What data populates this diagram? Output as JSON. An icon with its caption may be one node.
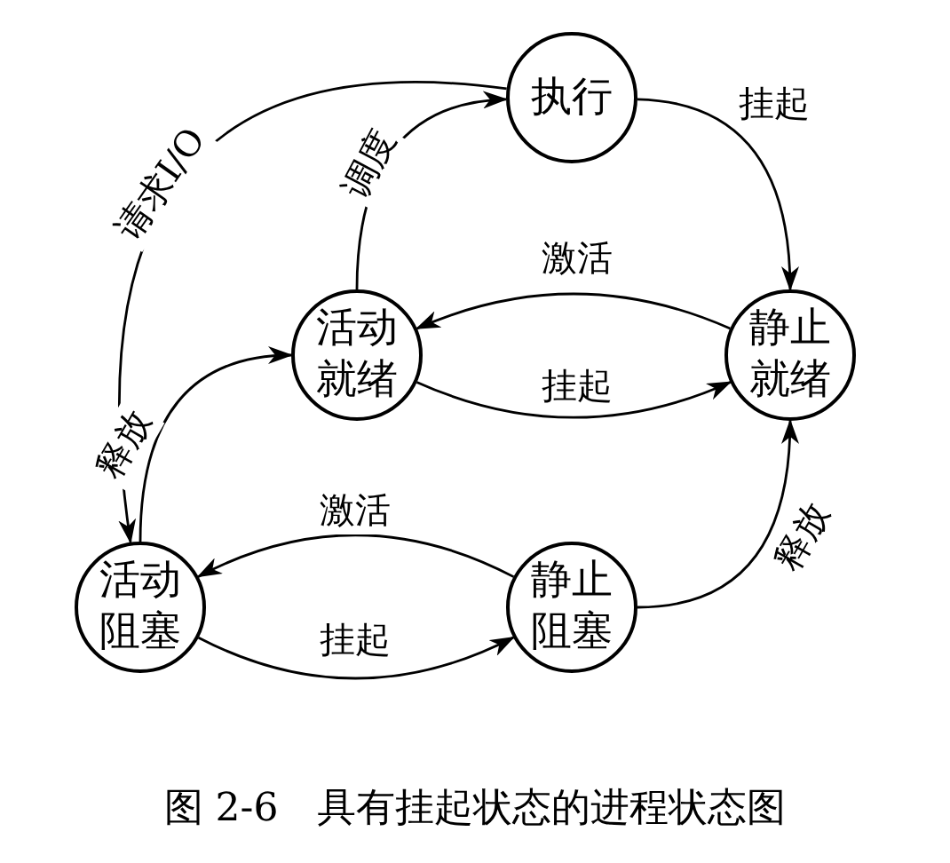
{
  "diagram": {
    "caption": "图 2-6　具有挂起状态的进程状态图",
    "nodes": [
      {
        "text": [
          "执行"
        ]
      },
      {
        "text": [
          "活动就绪"
        ]
      },
      {
        "text": [
          "静止就绪"
        ]
      },
      {
        "text": [
          "活动阻塞"
        ]
      },
      {
        "text": [
          "静止阻塞"
        ]
      }
    ],
    "edges": [
      {
        "from": 0,
        "to": 2,
        "arrow": "to",
        "label": "挂起"
      },
      {
        "from": 1,
        "to": 0,
        "arrow": "to",
        "label": "调度"
      },
      {
        "from": 2,
        "to": 1,
        "arrow": "to",
        "label": "激活"
      },
      {
        "from": 1,
        "to": 2,
        "arrow": "to",
        "label": "挂起"
      },
      {
        "from": 0,
        "to": 3,
        "arrow": "to",
        "label": "请求I/O"
      },
      {
        "from": 3,
        "to": 1,
        "arrow": "to",
        "label": "释放"
      },
      {
        "from": 4,
        "to": 3,
        "arrow": "to",
        "label": "激活"
      },
      {
        "from": 3,
        "to": 4,
        "arrow": "to",
        "label": "挂起"
      },
      {
        "from": 4,
        "to": 2,
        "arrow": "to",
        "label": "释放"
      }
    ]
  }
}
